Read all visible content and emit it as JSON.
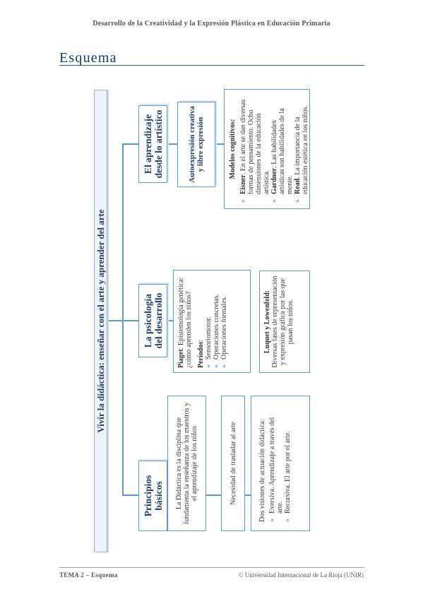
{
  "header": {
    "title": "Desarrollo de la Creatividad y la Expresión Plástica en Educación Primaria"
  },
  "section": {
    "title": "Esquema"
  },
  "diagram": {
    "main": "Vivir la didáctica: enseñar con el arte y aprender del arte",
    "col1": {
      "title": "Principios básicos",
      "box1": "La Didáctica es la disciplina que fundamenta la enseñanza de los maestros y el aprendizaje de los niños",
      "box2": "Necesidad de trasladar al arte",
      "box3": {
        "intro": "Dos visiones de actuación didáctica:",
        "items": [
          "Eversiva. Aprendizaje a través del arte.",
          "Recursiva. El arte por el arte."
        ]
      }
    },
    "col2": {
      "title": "La psicología del desarrollo",
      "piaget": {
        "name": "Piaget",
        "text": ": Epistemología genética: ¿cómo aprenden los niños?",
        "periods_label": "Períodos",
        "periods_colon": ":",
        "items": [
          "Sensoriomotor.",
          "Operaciones concretas.",
          "Operaciones formales."
        ]
      },
      "luquet": {
        "name": "Luquet y Lowenfeld:",
        "text": "Diversas fases de representación y expresión gráfica por las que pasan los niños."
      }
    },
    "col3": {
      "title": "El aprendizaje desde lo artístico",
      "auto": "Autoexpresión creativa y libre expresión",
      "models": {
        "title": "Modelos cognitivos:",
        "items": [
          {
            "name": "Eisner",
            "text": ". En el arte se dan diversas formas de pensamiento. Ocho dimensiones de la educación artística."
          },
          {
            "name": "Gardner",
            "text": ". Las habilidades artísticas son habilidades de la mente."
          },
          {
            "name": "Read",
            "text": ". La importancia de la educación estética en los niños."
          }
        ]
      }
    }
  },
  "footer": {
    "left": "TEMA 2 – Esquema",
    "right": "© Universidad Internacional de La Rioja (UNIR)"
  }
}
